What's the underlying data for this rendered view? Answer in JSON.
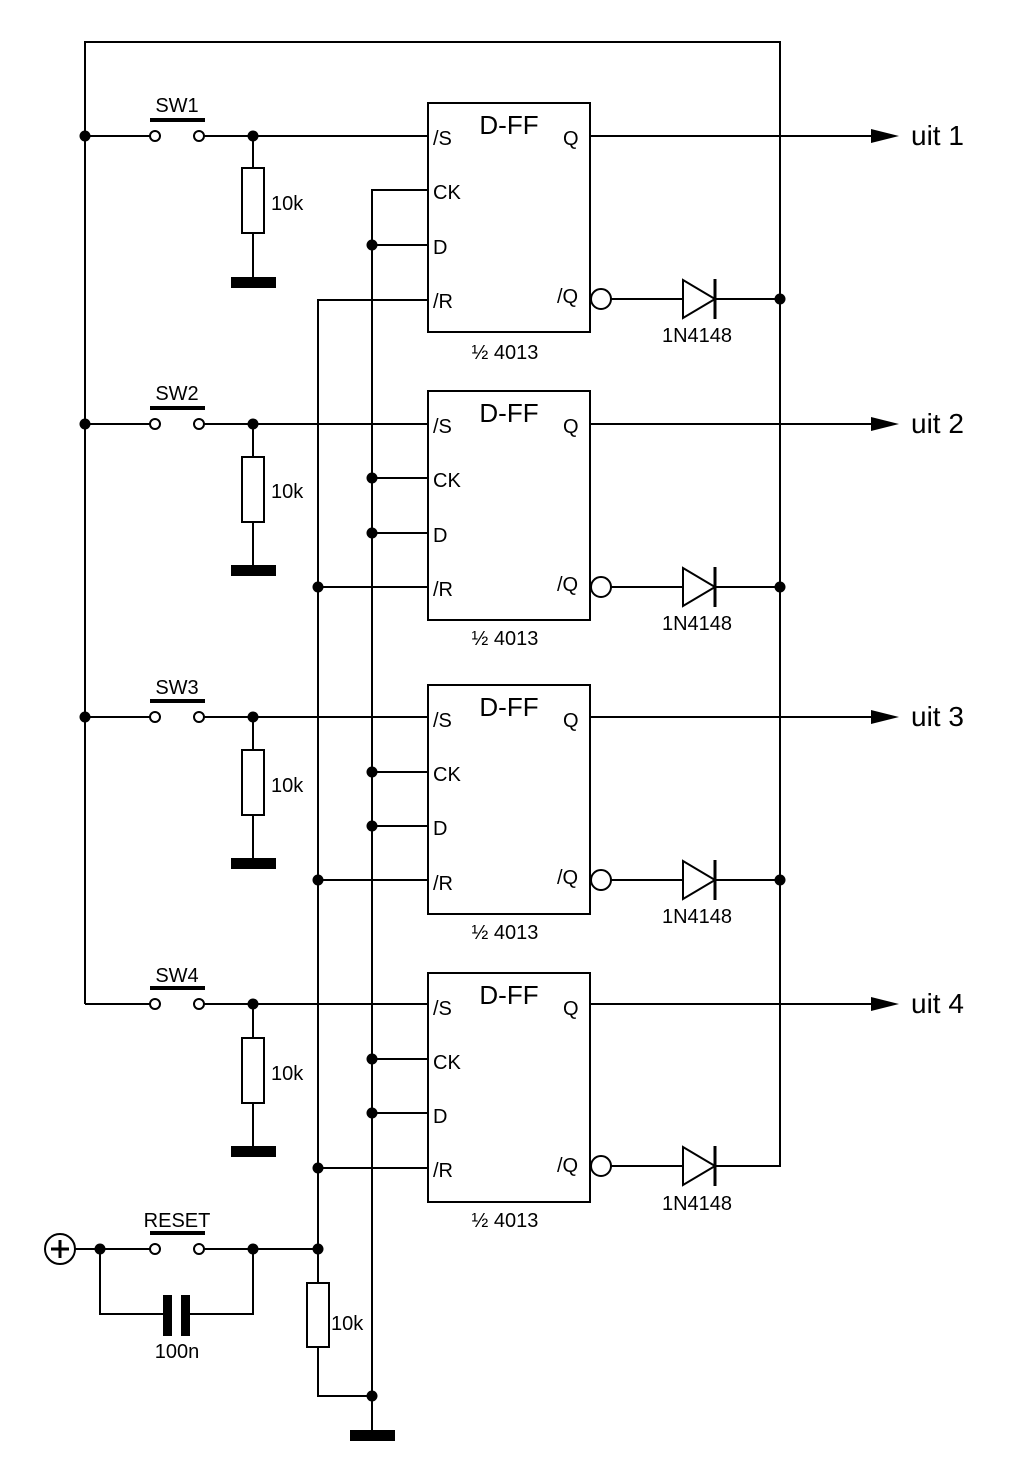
{
  "flipflop": {
    "title": "D-FF",
    "pins": {
      "s": "/S",
      "ck": "CK",
      "d": "D",
      "r": "/R",
      "q": "Q",
      "qn": "/Q"
    },
    "ic_label": "½ 4013"
  },
  "stages": [
    {
      "switch": "SW1",
      "resistor": "10k",
      "diode": "1N4148",
      "output": "uit 1"
    },
    {
      "switch": "SW2",
      "resistor": "10k",
      "diode": "1N4148",
      "output": "uit 2"
    },
    {
      "switch": "SW3",
      "resistor": "10k",
      "diode": "1N4148",
      "output": "uit 3"
    },
    {
      "switch": "SW4",
      "resistor": "10k",
      "diode": "1N4148",
      "output": "uit 4"
    }
  ],
  "reset": {
    "switch": "RESET",
    "capacitor": "100n",
    "resistor": "10k",
    "supply_symbol": "+"
  }
}
